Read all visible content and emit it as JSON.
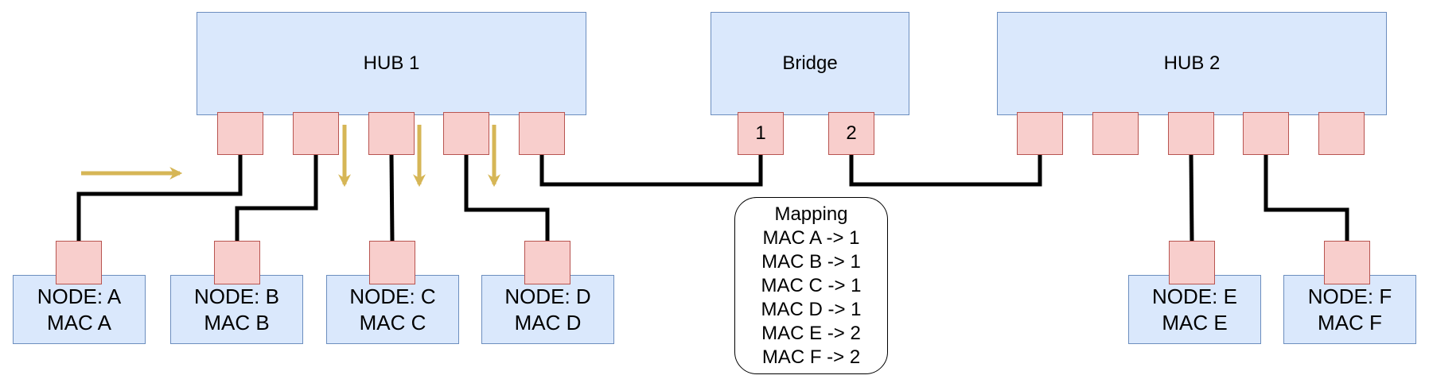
{
  "hubs": [
    {
      "label": "HUB 1"
    },
    {
      "label": "Bridge"
    },
    {
      "label": "HUB 2"
    }
  ],
  "bridge_ports": [
    "1",
    "2"
  ],
  "nodes": [
    {
      "name": "NODE: A",
      "mac": "MAC A"
    },
    {
      "name": "NODE: B",
      "mac": "MAC B"
    },
    {
      "name": "NODE: C",
      "mac": "MAC C"
    },
    {
      "name": "NODE: D",
      "mac": "MAC D"
    },
    {
      "name": "NODE: E",
      "mac": "MAC E"
    },
    {
      "name": "NODE: F",
      "mac": "MAC F"
    }
  ],
  "mapping": {
    "title": "Mapping",
    "entries": [
      "MAC A -> 1",
      "MAC B -> 1",
      "MAC C -> 1",
      "MAC D -> 1",
      "MAC E -> 2",
      "MAC F -> 2"
    ]
  },
  "colors": {
    "box_fill": "#dae8fc",
    "box_stroke": "#6c8ebf",
    "port_fill": "#f8cecc",
    "port_stroke": "#b85450",
    "arrow": "#d6b656",
    "wire": "#000000"
  }
}
